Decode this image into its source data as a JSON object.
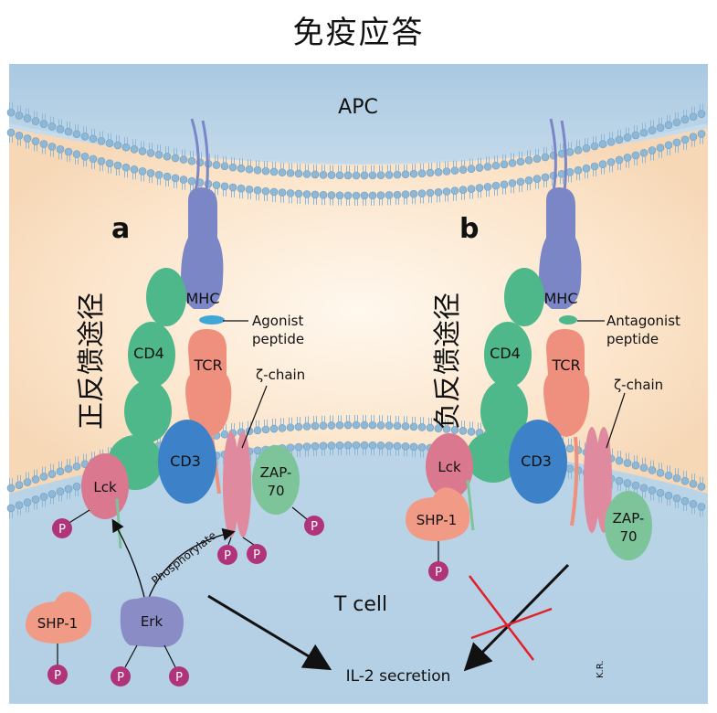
{
  "title": "免疫应答",
  "cells": {
    "apc": "APC",
    "t_cell": "T cell"
  },
  "panels": {
    "a": {
      "letter": "a",
      "side_label": "正反馈途径",
      "mhc": "MHC",
      "peptide_line1": "Agonist",
      "peptide_line2": "peptide",
      "tcr": "TCR",
      "cd4": "CD4",
      "cd3": "CD3",
      "zeta": "ζ-chain",
      "zap_line1": "ZAP-",
      "zap_line2": "70",
      "lck": "Lck",
      "phosphorylate": "Phosphorylate",
      "erk": "Erk",
      "shp1": "SHP-1",
      "phospho": "P"
    },
    "b": {
      "letter": "b",
      "side_label": "负反馈途径",
      "mhc": "MHC",
      "peptide_line1": "Antagonist",
      "peptide_line2": "peptide",
      "tcr": "TCR",
      "cd4": "CD4",
      "cd3": "CD3",
      "zeta": "ζ-chain",
      "zap_line1": "ZAP-",
      "zap_line2": "70",
      "lck": "Lck",
      "shp1": "SHP-1",
      "phospho": "P"
    }
  },
  "outcome": "IL-2 secretion",
  "signature": "K.R.",
  "colors": {
    "apc_bg": "#b9d3e6",
    "glow": "#fbe3c8",
    "t_cell_bg": "#c6dcea",
    "membrane_head": "#8fb8d6",
    "mhc": "#7b86c6",
    "tcr": "#ef8f7d",
    "cd4": "#4fb88a",
    "cd3": "#3d82c8",
    "zeta": "#e08aa0",
    "zap": "#7dc49a",
    "lck": "#d9788f",
    "shp1": "#f19a85",
    "erk": "#8a8cc6",
    "phospho": "#b0347a",
    "block": "#e0202a"
  }
}
